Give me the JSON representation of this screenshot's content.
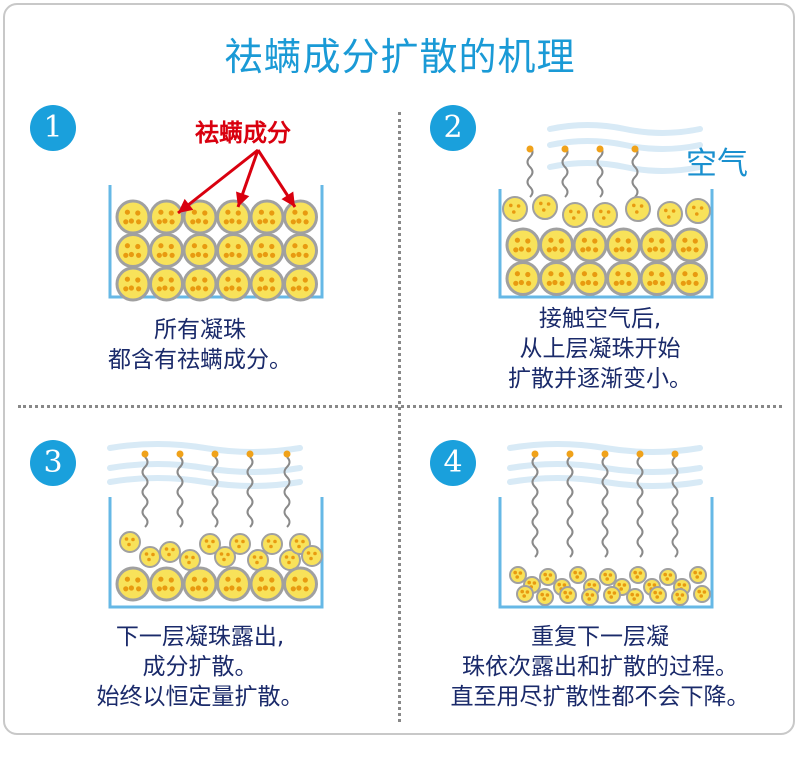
{
  "title": "祛螨成分扩散的机理",
  "ingredient_label": "祛螨成分",
  "air_label": "空气",
  "panels": [
    {
      "number": "1",
      "lines": [
        "所有凝珠",
        "都含有祛螨成分。"
      ]
    },
    {
      "number": "2",
      "lines": [
        "接触空气后,",
        "从上层凝珠开始",
        "扩散并逐渐变小。"
      ]
    },
    {
      "number": "3",
      "lines": [
        "下一层凝珠露出,",
        "成分扩散。",
        "始终以恒定量扩散。"
      ]
    },
    {
      "number": "4",
      "lines": [
        "重复下一层凝",
        "珠依次露出和扩散的过程。",
        "直至用尽扩散性都不会下降。"
      ]
    }
  ],
  "colors": {
    "accent": "#1aa0dc",
    "bead": "#f8e25a",
    "bead_border": "#a0a0a0",
    "dot": "#e89a10",
    "arrow": "#d9000f",
    "container": "#66b8e6",
    "air": "#d8eaf6"
  }
}
